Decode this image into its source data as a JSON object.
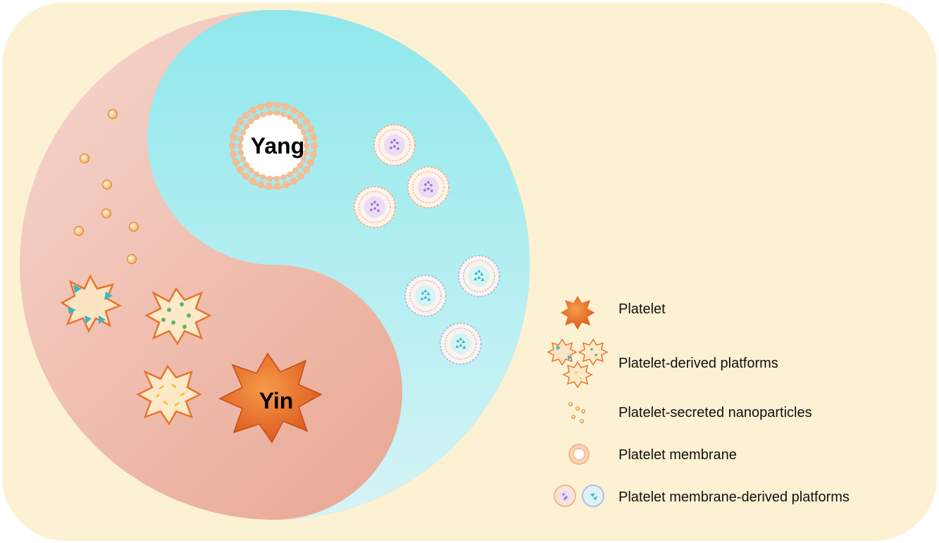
{
  "figure": {
    "yang_label": "Yang",
    "yin_label": "Yin"
  },
  "legend": {
    "items": [
      {
        "label": "Platelet",
        "icon": "platelet-icon"
      },
      {
        "label": "Platelet-derived platforms",
        "icon": "platelet-derived-platforms-icon"
      },
      {
        "label": "Platelet-secreted nanoparticles",
        "icon": "nanoparticles-icon"
      },
      {
        "label": "Platelet membrane",
        "icon": "platelet-membrane-icon"
      },
      {
        "label": "Platelet membrane-derived platforms",
        "icon": "membrane-derived-platforms-icon"
      }
    ]
  },
  "colors": {
    "background": "#fdf1d4",
    "yang": "#9eeaee",
    "yin": "#eaa896",
    "platelet": "#e8742c",
    "membrane": "#f0b88f",
    "cargo_purple": "#9b6fc8",
    "cargo_teal": "#3ab8c8"
  }
}
